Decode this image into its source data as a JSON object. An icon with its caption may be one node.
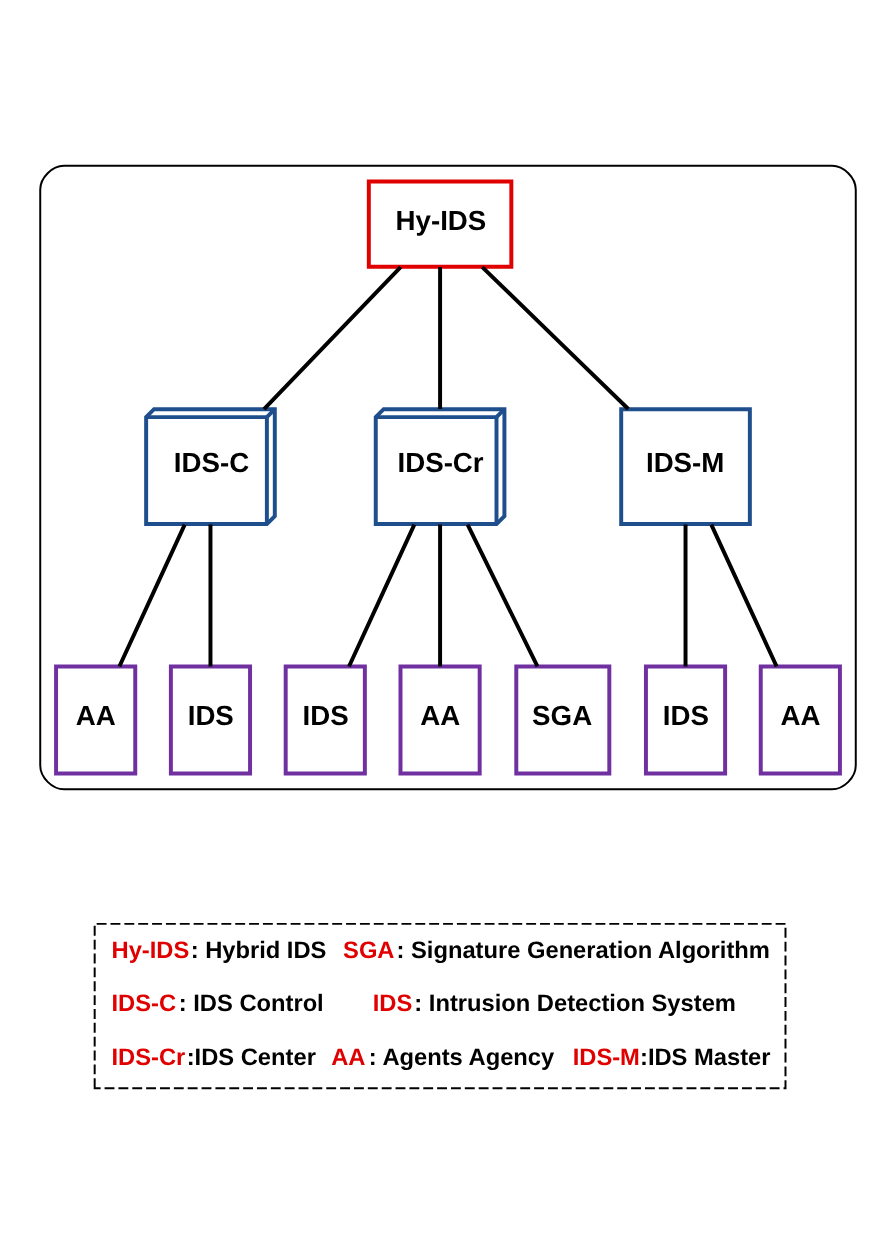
{
  "diagram": {
    "nodes": [
      {
        "text": [],
        "shape": "box"
      },
      {
        "text": [
          "Hy-IDS"
        ],
        "in": 0
      },
      {
        "text": [
          "IDS-C"
        ],
        "in": 0
      },
      {
        "text": [
          "IDS-Cr"
        ],
        "in": 0
      },
      {
        "text": [
          "IDS-M"
        ],
        "in": 0
      },
      {
        "text": [
          "AA"
        ],
        "in": 0
      },
      {
        "text": [
          "IDS"
        ],
        "in": 0
      },
      {
        "text": [
          "IDS"
        ],
        "in": 0
      },
      {
        "text": [
          "AA"
        ],
        "in": 0
      },
      {
        "text": [
          "SGA"
        ],
        "in": 0
      },
      {
        "text": [
          "IDS"
        ],
        "in": 0
      },
      {
        "text": [
          "AA"
        ],
        "in": 0
      }
    ],
    "edges": [
      {
        "from": 1,
        "to": 2,
        "arrow": "none"
      },
      {
        "from": 1,
        "to": 3,
        "arrow": "none"
      },
      {
        "from": 1,
        "to": 4,
        "arrow": "none"
      },
      {
        "from": 2,
        "to": 5,
        "arrow": "none"
      },
      {
        "from": 2,
        "to": 6,
        "arrow": "none"
      },
      {
        "from": 3,
        "to": 7,
        "arrow": "none"
      },
      {
        "from": 3,
        "to": 8,
        "arrow": "none"
      },
      {
        "from": 3,
        "to": 9,
        "arrow": "none"
      },
      {
        "from": 4,
        "to": 10,
        "arrow": "none"
      },
      {
        "from": 4,
        "to": 11,
        "arrow": "none"
      }
    ],
    "labels": [
      "Hy-IDS: Hybrid IDS",
      "SGA: Signature Generation Algorithm",
      "IDS-C: IDS Control",
      "IDS: Intrusion Detection System",
      "IDS-Cr:IDS Center",
      "AA: Agents Agency",
      "IDS-M:IDS Master"
    ]
  }
}
